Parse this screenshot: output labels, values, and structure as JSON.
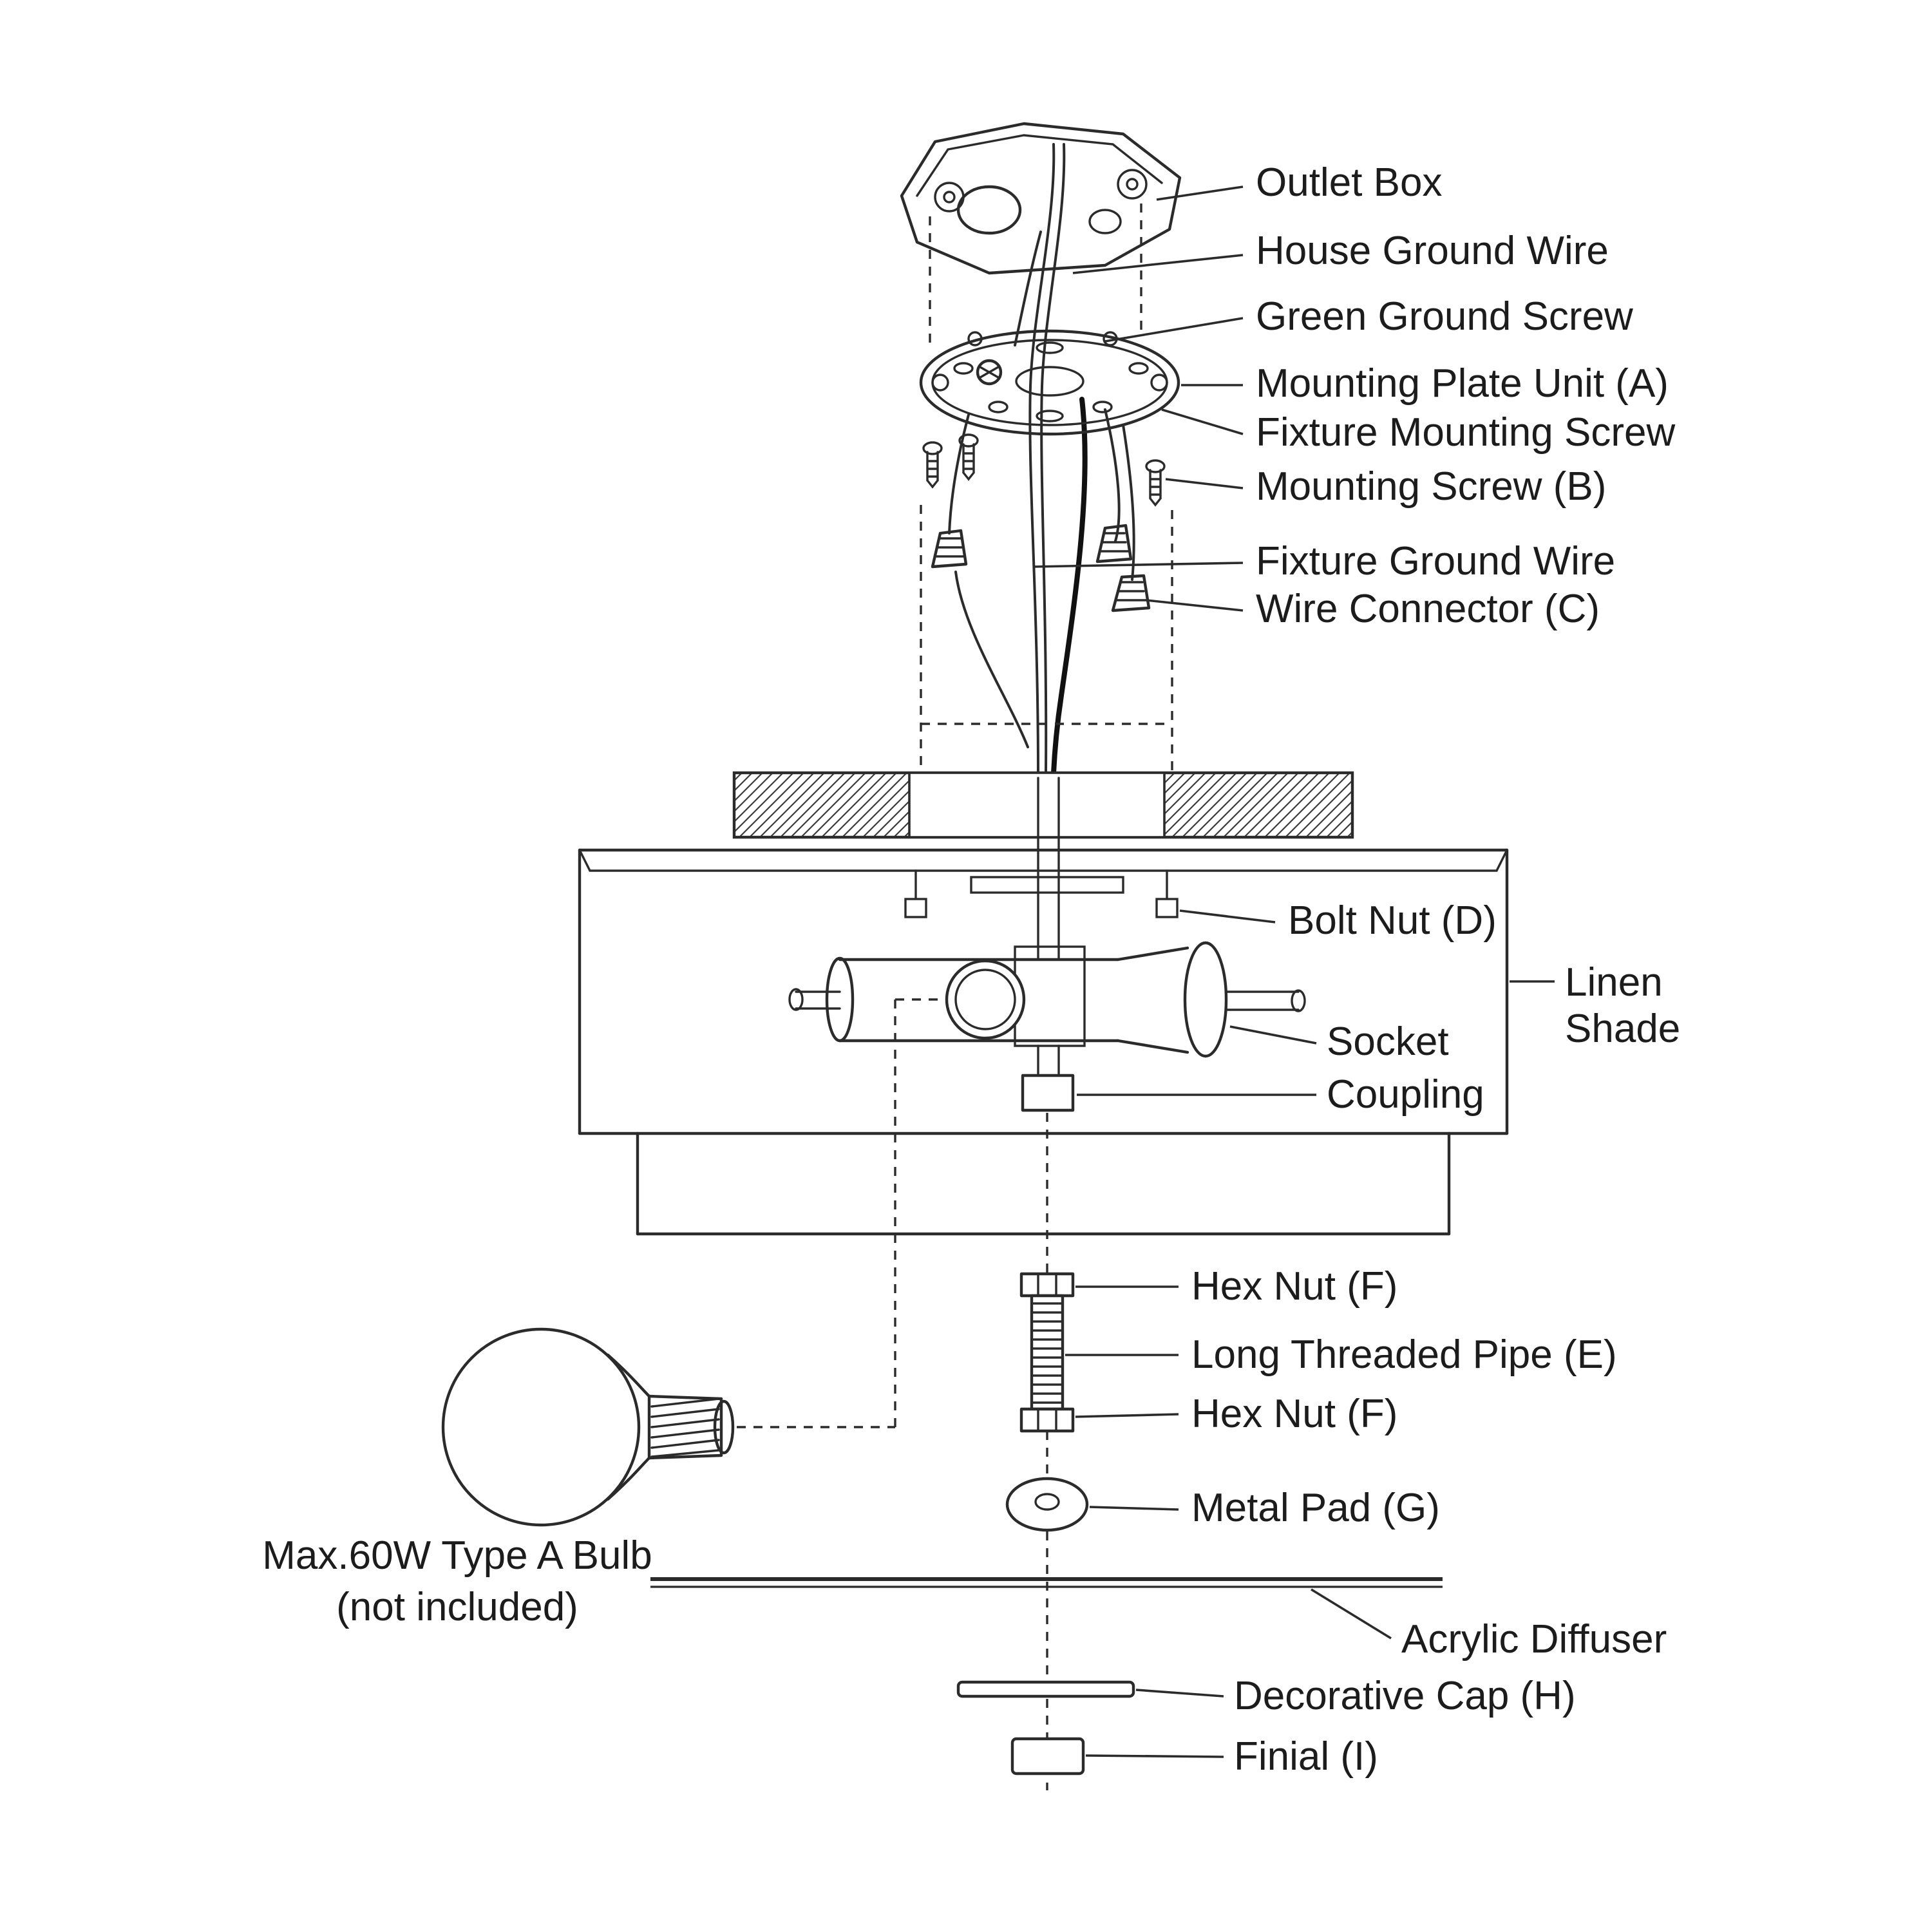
{
  "labels": {
    "outlet_box": "Outlet Box",
    "house_ground_wire": "House Ground Wire",
    "green_ground_screw": "Green Ground Screw",
    "mounting_plate_unit": "Mounting Plate Unit (A)",
    "fixture_mounting_screw": "Fixture Mounting Screw",
    "mounting_screw_b": "Mounting Screw (B)",
    "fixture_ground_wire": "Fixture Ground Wire",
    "wire_connector_c": "Wire Connector (C)",
    "bolt_nut_d": "Bolt Nut (D)",
    "linen_shade_line1": "Linen",
    "linen_shade_line2": "Shade",
    "socket": "Socket",
    "coupling": "Coupling",
    "hex_nut_f_top": "Hex Nut (F)",
    "long_threaded_pipe_e": "Long Threaded Pipe (E)",
    "hex_nut_f_bottom": "Hex Nut (F)",
    "metal_pad_g": "Metal Pad (G)",
    "bulb_note_line1": "Max.60W Type A Bulb",
    "bulb_note_line2": "(not included)",
    "acrylic_diffuser": "Acrylic Diffuser",
    "decorative_cap_h": "Decorative Cap (H)",
    "finial_i": "Finial (I)"
  },
  "colors": {
    "line": "#2b2b2b",
    "background": "#ffffff"
  }
}
